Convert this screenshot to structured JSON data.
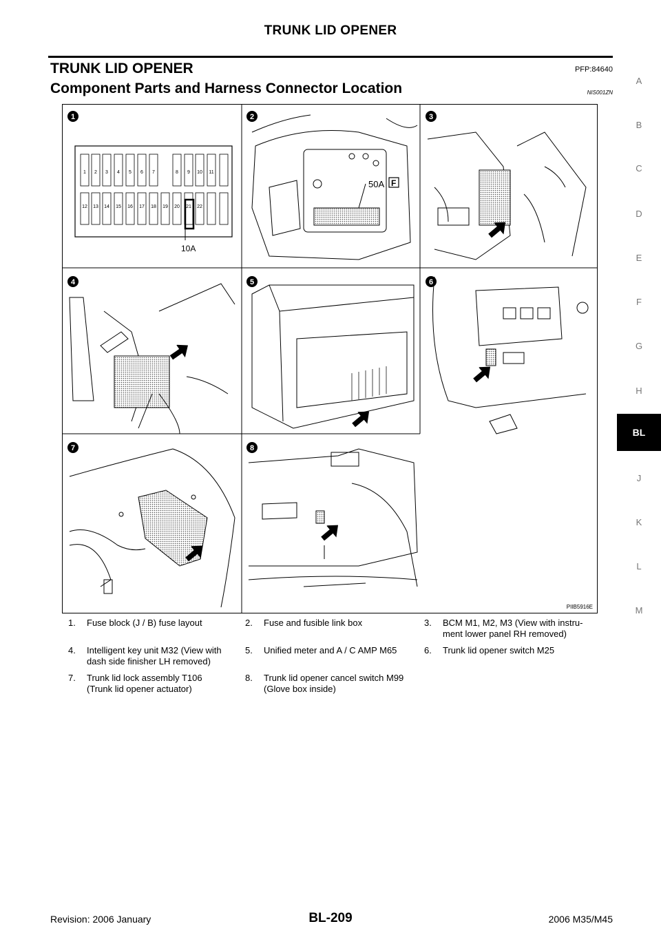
{
  "header": {
    "title": "TRUNK LID OPENER"
  },
  "section": {
    "title": "TRUNK LID OPENER",
    "code": "PFP:84640"
  },
  "subsection": {
    "title": "Component Parts and Harness Connector Location",
    "code": "NIS001ZN"
  },
  "side_tabs": [
    {
      "label": "A",
      "active": false
    },
    {
      "label": "B",
      "active": false
    },
    {
      "label": "C",
      "active": false
    },
    {
      "label": "D",
      "active": false
    },
    {
      "label": "E",
      "active": false
    },
    {
      "label": "F",
      "active": false
    },
    {
      "label": "G",
      "active": false
    },
    {
      "label": "H",
      "active": false
    },
    {
      "label": "BL",
      "active": true
    },
    {
      "label": "J",
      "active": false
    },
    {
      "label": "K",
      "active": false
    },
    {
      "label": "L",
      "active": false
    },
    {
      "label": "M",
      "active": false
    }
  ],
  "figure": {
    "code": "PIIB5916E",
    "panel_numbers": [
      "1",
      "2",
      "3",
      "4",
      "5",
      "6",
      "7",
      "8"
    ],
    "fuse_numbers_top": [
      "1",
      "2",
      "3",
      "4",
      "5",
      "6",
      "7",
      "8",
      "9",
      "10",
      "11"
    ],
    "fuse_numbers_bottom": [
      "12",
      "13",
      "14",
      "15",
      "16",
      "17",
      "18",
      "19",
      "20",
      "21",
      "22"
    ],
    "fuse_label": "10A",
    "link_label": "50A",
    "link_tag": "F"
  },
  "captions": [
    {
      "num": "1.",
      "lines": [
        "Fuse block (J / B) fuse layout"
      ]
    },
    {
      "num": "2.",
      "lines": [
        "Fuse and fusible link box"
      ]
    },
    {
      "num": "3.",
      "lines": [
        "BCM M1, M2, M3 (View with instru-",
        "ment lower panel RH removed)"
      ]
    },
    {
      "num": "4.",
      "lines": [
        "Intelligent key unit M32 (View with",
        "dash side finisher LH removed)"
      ]
    },
    {
      "num": "5.",
      "lines": [
        "Unified meter and A / C AMP M65"
      ]
    },
    {
      "num": "6.",
      "lines": [
        "Trunk lid opener switch M25"
      ]
    },
    {
      "num": "7.",
      "lines": [
        "Trunk lid lock assembly T106",
        "(Trunk lid opener actuator)"
      ]
    },
    {
      "num": "8.",
      "lines": [
        "Trunk lid opener cancel switch M99",
        "(Glove box inside)"
      ]
    }
  ],
  "footer": {
    "revision": "Revision: 2006 January",
    "page": "BL-209",
    "model": "2006 M35/M45"
  }
}
